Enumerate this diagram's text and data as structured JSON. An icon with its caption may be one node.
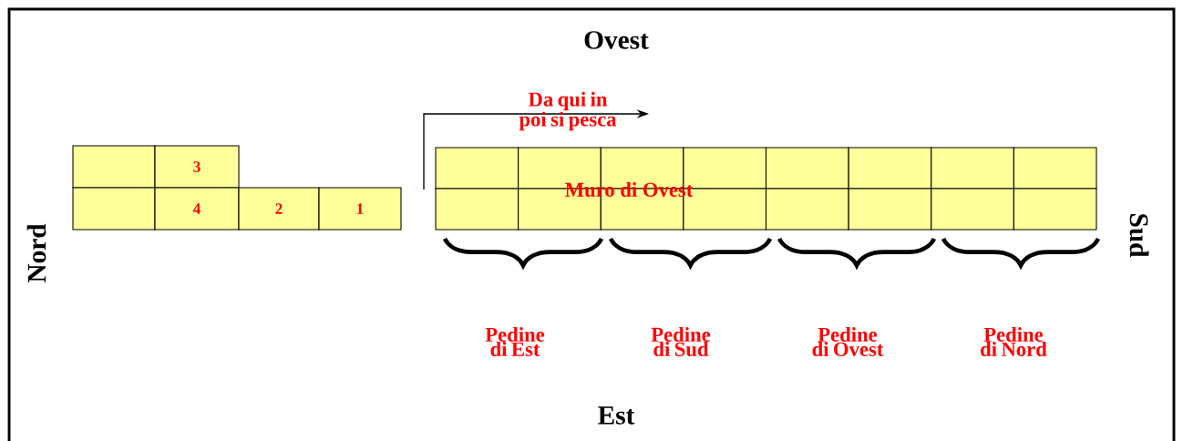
{
  "diagram": {
    "nodes": [
      {
        "text": [],
        "shape": "box"
      },
      {
        "text": [
          "3"
        ]
      },
      {
        "text": [],
        "shape": "box"
      },
      {
        "text": [
          "4"
        ]
      },
      {
        "text": [
          "2"
        ]
      },
      {
        "text": [
          "1"
        ]
      },
      {
        "text": [],
        "shape": "box"
      },
      {
        "text": [],
        "shape": "box"
      },
      {
        "text": [],
        "shape": "box"
      },
      {
        "text": [],
        "shape": "box"
      },
      {
        "text": [],
        "shape": "box"
      },
      {
        "text": [],
        "shape": "box"
      },
      {
        "text": [],
        "shape": "box"
      },
      {
        "text": [],
        "shape": "box"
      },
      {
        "text": [],
        "shape": "box"
      },
      {
        "text": [],
        "shape": "box"
      },
      {
        "text": [],
        "shape": "box"
      },
      {
        "text": [],
        "shape": "box"
      },
      {
        "text": [],
        "shape": "box"
      },
      {
        "text": [],
        "shape": "box"
      },
      {
        "text": [],
        "shape": "box"
      },
      {
        "text": [],
        "shape": "box"
      }
    ],
    "labels": [
      "Ovest",
      "Da qui in poi si pesca",
      "Nord",
      "Muro di Ovest",
      "Sud",
      "Pedine di Est",
      "Pedine di Sud",
      "Pedine di Ovest",
      "Pedine di Nord",
      "Est"
    ]
  }
}
